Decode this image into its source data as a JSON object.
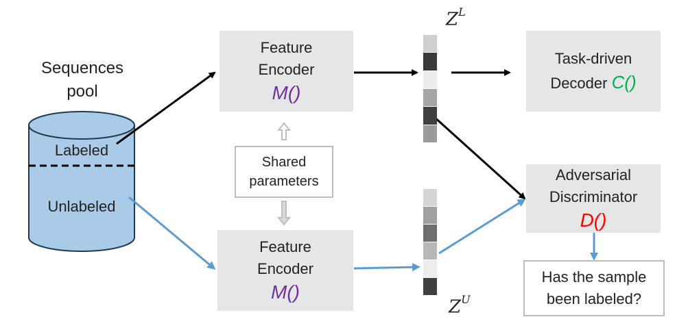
{
  "pool": {
    "title_line1": "Sequences",
    "title_line2": "pool",
    "labeled": "Labeled",
    "unlabeled": "Unlabeled"
  },
  "encoder_top": {
    "line1": "Feature",
    "line2": "Encoder",
    "func": "M()"
  },
  "encoder_bottom": {
    "line1": "Feature",
    "line2": "Encoder",
    "func": "M()"
  },
  "shared": {
    "line1": "Shared",
    "line2": "parameters"
  },
  "decoder": {
    "line1": "Task-driven",
    "line2": "Decoder ",
    "func": "C()"
  },
  "discriminator": {
    "line1": "Adversarial",
    "line2": "Discriminator",
    "func": "D()"
  },
  "question": {
    "line1": "Has the sample",
    "line2": "been labeled?"
  },
  "zL": {
    "symbol": "Z",
    "sup": "L"
  },
  "zU": {
    "symbol": "Z",
    "sup": "U"
  },
  "colors": {
    "box_fill": "#e6e6e6",
    "cylinder_fill": "#a9cbe7",
    "cylinder_stroke": "#1f3a52",
    "arrow_black": "#000000",
    "arrow_blue": "#5b9bd5",
    "arrow_gray": "#bfbfbf",
    "func_purple": "#7030a0",
    "func_green": "#00b050",
    "func_red": "#ff0000"
  },
  "latent_strips": {
    "zL_cells": [
      "#cfcfcf",
      "#3a3a3a",
      "#ececec",
      "#a6a6a6",
      "#404040",
      "#9a9a9a"
    ],
    "zU_cells": [
      "#d6d6d6",
      "#a0a0a0",
      "#6e6e6e",
      "#b8b8b8",
      "#ededed",
      "#404040"
    ]
  }
}
